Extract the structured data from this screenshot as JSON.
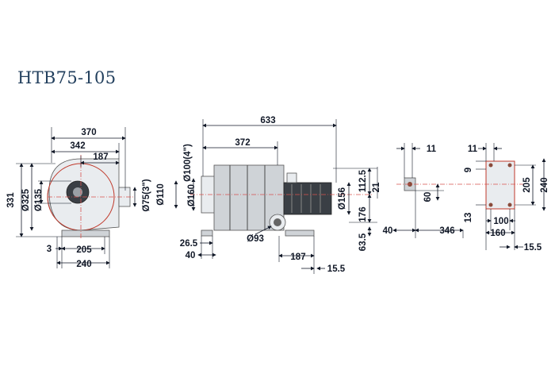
{
  "title": "HTB75-105",
  "front_view": {
    "d370": "370",
    "d342": "342",
    "d187": "187",
    "d331": "331",
    "d325": "Ø325",
    "d135": "Ø135",
    "d75": "Ø75(3\")",
    "d3": "3",
    "d205": "205",
    "d240": "240"
  },
  "side_view": {
    "d633": "633",
    "d372": "372",
    "d100": "Ø100(4\")",
    "d160": "Ø160",
    "d110": "Ø110",
    "d26_5": "26.5",
    "d40": "40",
    "d93": "Ø93",
    "d187": "187",
    "d15_5": "15.5",
    "d63_5": "63.5",
    "d156": "Ø156",
    "d176": "176",
    "d112_5": "112.5",
    "d21": "21"
  },
  "flange_view": {
    "d11": "11",
    "d60": "60",
    "d40": "40",
    "d346": "346"
  },
  "base_view": {
    "d11": "11",
    "d9": "9",
    "d205": "205",
    "d240": "240",
    "d13": "13",
    "d100": "100",
    "d160": "160",
    "d15_5": "15.5"
  }
}
